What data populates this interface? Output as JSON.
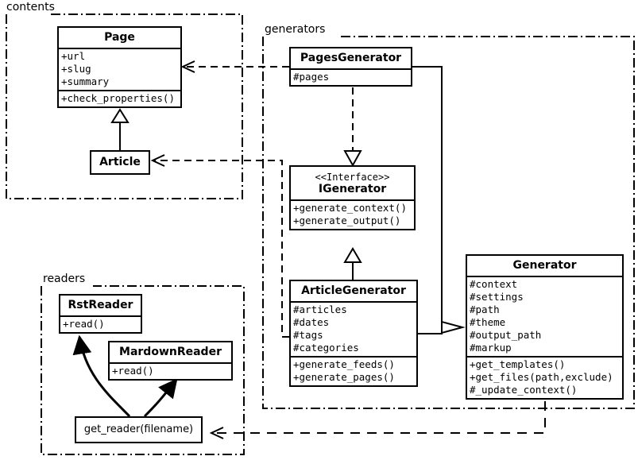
{
  "diagram": {
    "kind": "uml-class-diagram",
    "colors": {
      "stroke": "#000000",
      "fill": "#ffffff",
      "text": "#000000"
    }
  },
  "packages": [
    {
      "id": "contents",
      "label": "contents"
    },
    {
      "id": "generators",
      "label": "generators"
    },
    {
      "id": "readers",
      "label": "readers"
    }
  ],
  "classes": {
    "page": {
      "name": "Page",
      "attributes": [
        "+url",
        "+slug",
        "+summary"
      ],
      "operations": [
        "+check_properties()"
      ]
    },
    "article": {
      "name": "Article",
      "attributes": [],
      "operations": []
    },
    "pages_generator": {
      "name": "PagesGenerator",
      "attributes": [
        "#pages"
      ],
      "operations": []
    },
    "igenerator": {
      "stereotype": "<<Interface>>",
      "name": "IGenerator",
      "attributes": [],
      "operations": [
        "+generate_context()",
        "+generate_output()"
      ]
    },
    "article_generator": {
      "name": "ArticleGenerator",
      "attributes": [
        "#articles",
        "#dates",
        "#tags",
        "#categories"
      ],
      "operations": [
        "+generate_feeds()",
        "+generate_pages()"
      ]
    },
    "generator": {
      "name": "Generator",
      "attributes": [
        "#context",
        "#settings",
        "#path",
        "#theme",
        "#output_path",
        "#markup"
      ],
      "operations": [
        "+get_templates()",
        "+get_files(path,exclude)",
        "#_update_context()"
      ]
    },
    "get_reader": {
      "name": "get_reader(filename)",
      "attributes": [],
      "operations": []
    },
    "rst_reader": {
      "name": "RstReader",
      "attributes": [],
      "operations": [
        "+read()"
      ]
    },
    "mardown_reader": {
      "name": "MardownReader",
      "attributes": [],
      "operations": [
        "+read()"
      ]
    }
  },
  "relations": [
    {
      "id": "article-page",
      "type": "generalization",
      "from": "Article",
      "to": "Page",
      "style": "solid",
      "arrow": "hollow-triangle"
    },
    {
      "id": "pagesgen-page",
      "type": "dependency",
      "from": "PagesGenerator",
      "to": "Page",
      "style": "dashed",
      "arrow": "open"
    },
    {
      "id": "articlegen-article",
      "type": "dependency",
      "from": "ArticleGenerator",
      "to": "Article",
      "style": "dashed",
      "arrow": "open"
    },
    {
      "id": "pagesgen-igenerator",
      "type": "realization",
      "from": "PagesGenerator",
      "to": "IGenerator",
      "style": "dashed",
      "arrow": "hollow-triangle"
    },
    {
      "id": "articlegen-igenerator",
      "type": "generalization",
      "from": "ArticleGenerator",
      "to": "IGenerator",
      "style": "solid",
      "arrow": "hollow-triangle"
    },
    {
      "id": "pagesgen-generator",
      "type": "generalization",
      "from": "PagesGenerator",
      "to": "Generator",
      "style": "solid",
      "arrow": "hollow-triangle"
    },
    {
      "id": "articlegen-generator",
      "type": "generalization",
      "from": "ArticleGenerator",
      "to": "Generator",
      "style": "solid",
      "arrow": "hollow-triangle"
    },
    {
      "id": "generator-getreader",
      "type": "dependency",
      "from": "Generator",
      "to": "get_reader(filename)",
      "style": "dashed",
      "arrow": "open"
    },
    {
      "id": "getreader-rstreader",
      "type": "dependency",
      "from": "get_reader(filename)",
      "to": "RstReader",
      "style": "solid",
      "arrow": "filled"
    },
    {
      "id": "getreader-mardownreader",
      "type": "dependency",
      "from": "get_reader(filename)",
      "to": "MardownReader",
      "style": "solid",
      "arrow": "filled"
    }
  ]
}
